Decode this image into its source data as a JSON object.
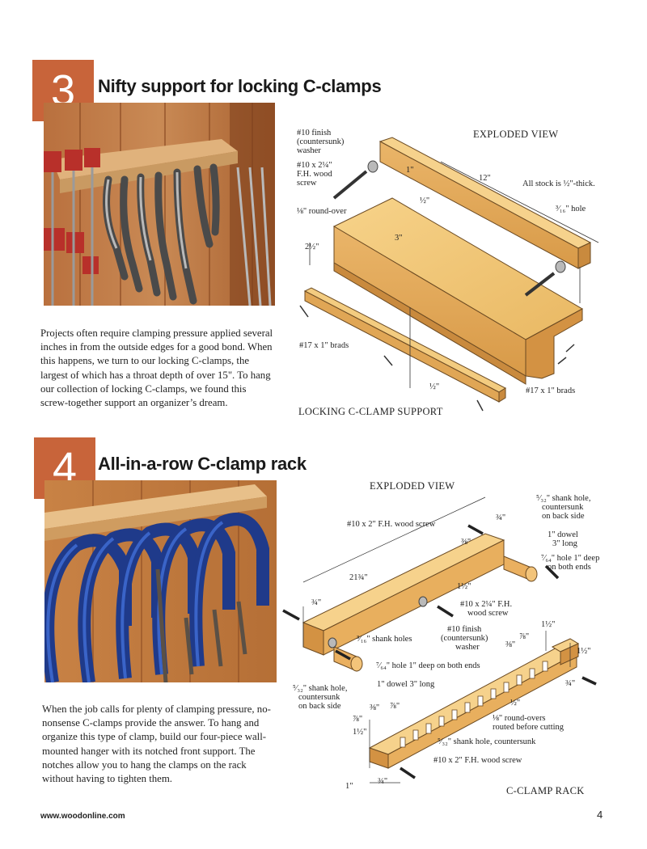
{
  "section3": {
    "number": "3",
    "title": "Nifty support for locking C-clamps",
    "paragraph": "Projects often require clamping pressure applied several inches in from the outside edges for a good bond. When this happens, we turn to our locking C-clamps, the largest of which has a throat depth of over 15\". To hang our collection of locking C-clamps, we found this screw-together support an organizer’s dream.",
    "diagram": {
      "exploded_view": "EXPLODED VIEW",
      "caption": "LOCKING C-CLAMP SUPPORT",
      "stock_note": "All stock is ½\"-thick.",
      "washer": [
        "#10 finish",
        "(countersunk)",
        "washer"
      ],
      "screw": [
        "#10 x 2¼\"",
        "F.H. wood",
        "screw"
      ],
      "roundover": "⅛\" round-over",
      "hole": "³⁄₁₆\" hole",
      "brads_left": "#17 x 1\" brads",
      "brads_right": "#17 x 1\" brads",
      "dim_1": "1\"",
      "dim_12": "12\"",
      "dim_half_top": "½\"",
      "dim_3": "3\"",
      "dim_2half": "2½\"",
      "dim_half_bottom": "½\""
    }
  },
  "section4": {
    "number": "4",
    "title": "All-in-a-row C-clamp rack",
    "paragraph": "When the job calls for plenty of clamping pressure, no-nonsense C-clamps provide the answer. To hang and organize this type of clamp, build our four-piece wall-mounted hanger with its notched front support. The notches allow you to hang the clamps on the rack without having to tighten them.",
    "diagram": {
      "exploded_view": "EXPLODED VIEW",
      "caption": "C-CLAMP RACK",
      "shank_top": [
        "⁵⁄₃₂\" shank hole,",
        "countersunk",
        "on back side"
      ],
      "screw_top": "#10 x 2\" F.H. wood screw",
      "dowel_right": [
        "1\" dowel",
        "3\" long"
      ],
      "hole_right": [
        "⁷⁄₆₄\" hole 1\" deep",
        "on both ends"
      ],
      "dim_21_3_4": "21¾\"",
      "dim_3_4_a": "¾\"",
      "dim_3_8_a": "⅜\"",
      "dim_1half_a": "1½\"",
      "dim_3_4_left": "¾\"",
      "screw_mid": [
        "#10 x 2¼\" F.H.",
        "wood screw"
      ],
      "washer_mid": [
        "#10 finish",
        "(countersunk)",
        "washer"
      ],
      "shank_holes": "³⁄₁₆\" shank holes",
      "hole_mid": "⁷⁄₆₄\" hole 1\" deep on both ends",
      "dowel_mid": "1\" dowel 3\" long",
      "shank_left": [
        "⁵⁄₃₂\" shank hole,",
        "countersunk",
        "on back side"
      ],
      "dim_1half_b": "1½\"",
      "dim_7_8_a": "⅞\"",
      "dim_3_8_b": "⅜\"",
      "dim_1half_c": "1½\"",
      "dim_3_4_b": "¾\"",
      "dim_half": "½\"",
      "dim_3_8_c": "⅜\"",
      "dim_7_8_b": "⅞\"",
      "dim_7_8_c": "⅞\"",
      "dim_1half_d": "1½\"",
      "roundovers": [
        "⅛\" round-overs",
        "routed before cutting"
      ],
      "shank_bottom": "⁵⁄₃₂\" shank hole, countersunk",
      "screw_bottom": "#10 x 2\" F.H. wood screw",
      "dim_1": "1\"",
      "dim_3_4_c": "¾\""
    }
  },
  "footer": {
    "url": "www.woodonline.com",
    "page": "4"
  }
}
